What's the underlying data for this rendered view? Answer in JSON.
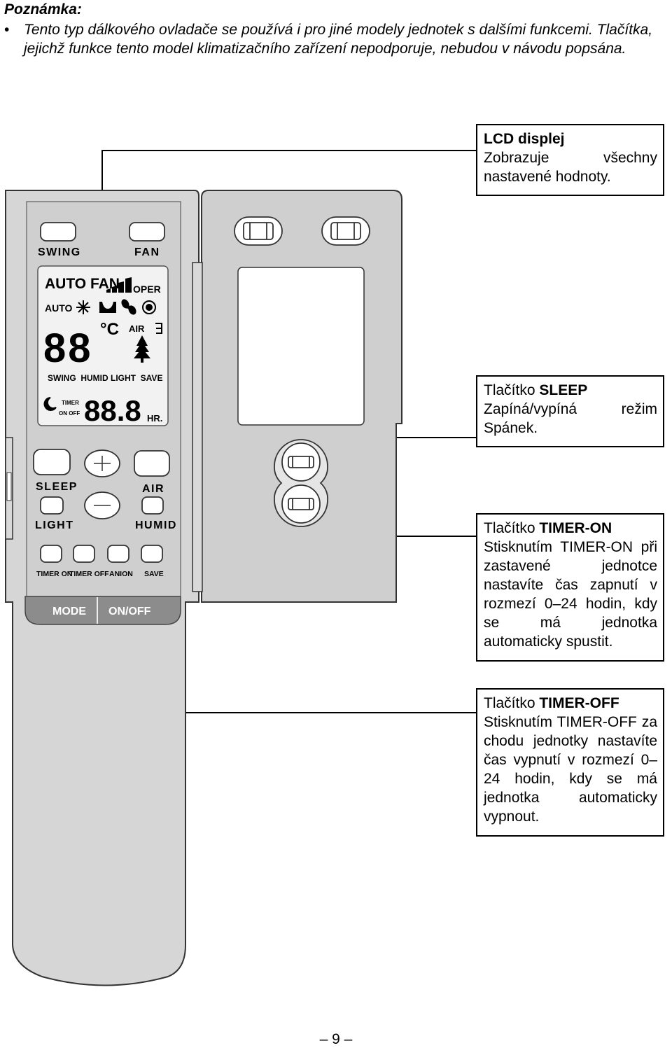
{
  "note": {
    "title": "Poznámka:",
    "bullet": "•",
    "text": "Tento typ dálkového ovladače se používá i pro jiné modely jednotek s dalšími funkcemi. Tlačítka, jejichž funkce tento model klimatizačního zařízení nepodporuje, nebudou v návodu popsána."
  },
  "callouts": {
    "lcd": {
      "title": "LCD displej",
      "text": "Zobrazuje všechny nastavené hodnoty."
    },
    "sleep": {
      "prefix": "Tlačítko ",
      "name": "SLEEP",
      "text": "Zapíná/vypíná režim Spánek."
    },
    "timer_on": {
      "prefix": "Tlačítko ",
      "name": "TIMER-ON",
      "text": "Stisknutím TIMER-ON při zastavené jednotce nastavíte čas zapnutí v rozmezí 0–24 hodin, kdy se má jednotka automaticky spustit."
    },
    "timer_off": {
      "prefix": "Tlačítko ",
      "name": "TIMER-OFF",
      "text": "Stisknutím TIMER-OFF za chodu jednotky nastavíte čas vypnutí v rozmezí 0–24 hodin, kdy se má jednotka automaticky vypnout."
    }
  },
  "remote": {
    "swing": "SWING",
    "fan": "FAN",
    "lcd_auto_fan": "AUTO FAN",
    "lcd_oper": "OPER",
    "lcd_auto": "AUTO",
    "lcd_digits": "88",
    "lcd_celsius": "°C",
    "lcd_air": "AIR",
    "lcd_row": "SWING  HUMID LIGHT  SAVE",
    "lcd_timer": "TIMER",
    "lcd_on_off": "ON OFF",
    "lcd_time": "88.8",
    "lcd_hr": "HR.",
    "sleep": "SLEEP",
    "air": "AIR",
    "light": "LIGHT",
    "humid": "HUMID",
    "timer_on": "TIMER ON",
    "timer_off": "TIMER OFF",
    "anion": "ANION",
    "save": "SAVE",
    "mode": "MODE",
    "on_off": "ON/OFF"
  },
  "page_number": "– 9 –"
}
